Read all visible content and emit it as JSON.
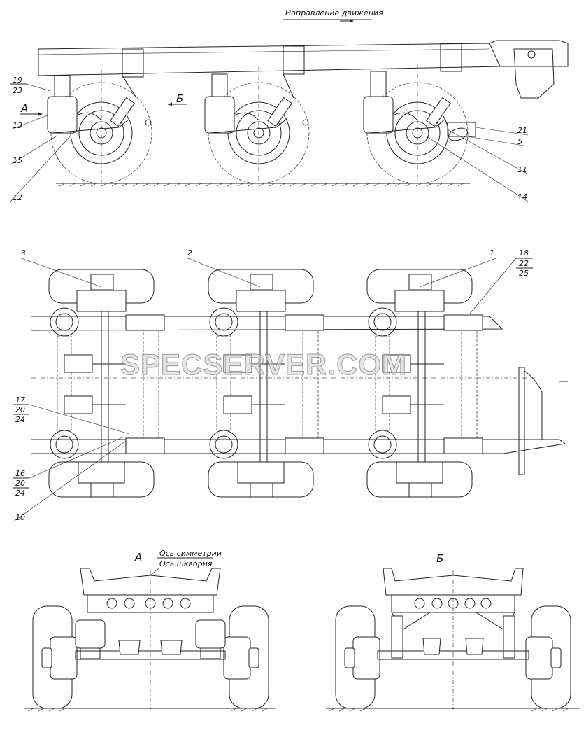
{
  "header": {
    "direction_label": "Направление движения"
  },
  "views": {
    "side": {
      "callouts": [
        "19",
        "23",
        "13",
        "15",
        "12",
        "21",
        "5",
        "11",
        "14"
      ],
      "view_markers": [
        "А",
        "Б"
      ]
    },
    "plan": {
      "callouts": [
        "3",
        "2",
        "1",
        "18",
        "22",
        "25",
        "17",
        "20",
        "24",
        "16",
        "20",
        "24",
        "10"
      ]
    },
    "view_a": {
      "title": "А",
      "axis_symmetry": "Ось симметрии",
      "axis_kingpin": "Ось шкворня"
    },
    "view_b": {
      "title": "Б"
    }
  },
  "watermark": "SPECSERVER.COM",
  "colors": {
    "line": "#222222",
    "watermark": "#cfcfcf",
    "background": "#ffffff"
  }
}
